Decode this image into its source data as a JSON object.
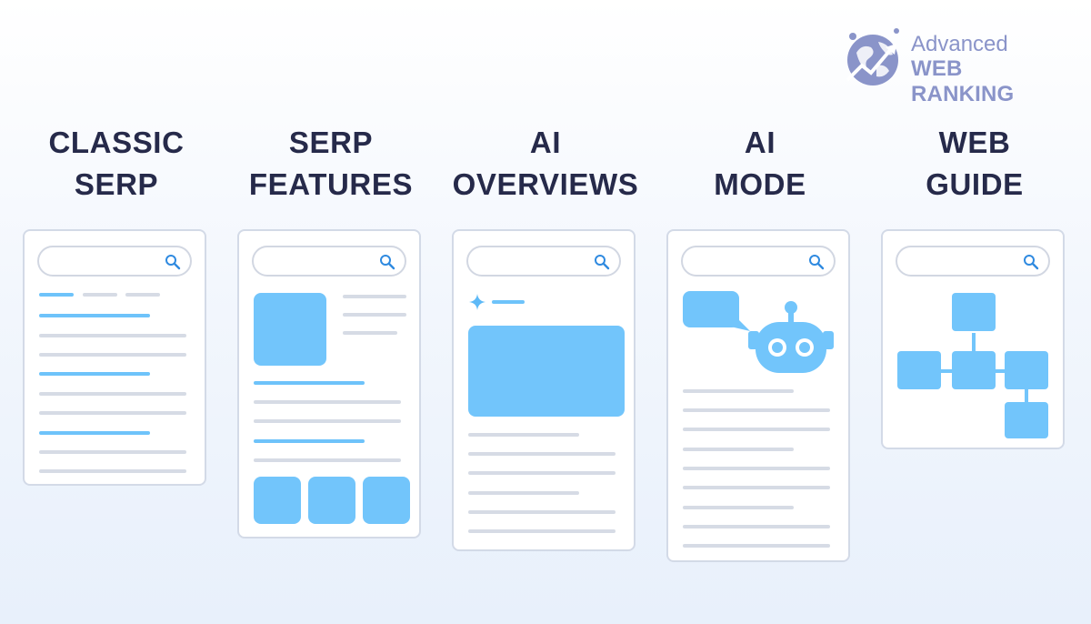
{
  "logo": {
    "line1": "Advanced",
    "line2": "WEB RANKING"
  },
  "columns": [
    {
      "title_line1": "CLASSIC",
      "title_line2": "SERP"
    },
    {
      "title_line1": "SERP",
      "title_line2": "FEATURES"
    },
    {
      "title_line1": "AI",
      "title_line2": "OVERVIEWS"
    },
    {
      "title_line1": "AI",
      "title_line2": "MODE"
    },
    {
      "title_line1": "WEB",
      "title_line2": "GUIDE"
    }
  ],
  "colors": {
    "title": "#262a4a",
    "accent_blue": "#72c5fb",
    "grey_line": "#d6dbe5",
    "card_border": "#d3dae7",
    "search_icon": "#2f8ae0",
    "logo": "#8a94c9"
  },
  "icons": [
    "search-icon",
    "sparkle-icon",
    "chat-bubble-icon",
    "robot-icon",
    "globe-logo-icon"
  ]
}
